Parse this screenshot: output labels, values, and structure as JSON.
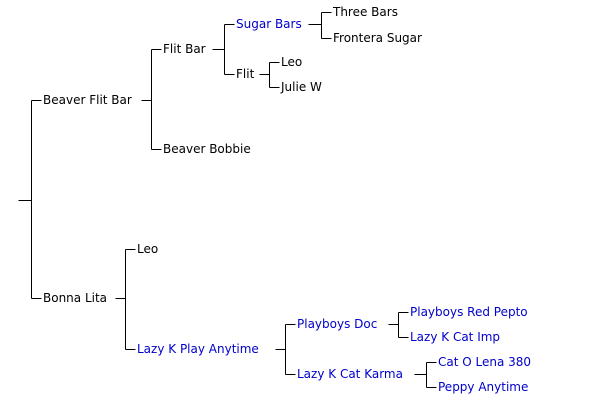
{
  "colors": {
    "text": "#000000",
    "link": "#0000cc",
    "line": "#000000",
    "background": "#ffffff"
  },
  "nodes": {
    "beaver_flit_bar": {
      "label": "Beaver Flit Bar",
      "linked": false
    },
    "flit_bar": {
      "label": "Flit Bar",
      "linked": false
    },
    "sugar_bars": {
      "label": "Sugar Bars",
      "linked": true
    },
    "three_bars": {
      "label": "Three Bars",
      "linked": false
    },
    "frontera_sugar": {
      "label": "Frontera Sugar",
      "linked": false
    },
    "flit": {
      "label": "Flit",
      "linked": false
    },
    "leo_sire_dam": {
      "label": "Leo",
      "linked": false
    },
    "julie_w": {
      "label": "Julie W",
      "linked": false
    },
    "beaver_bobbie": {
      "label": "Beaver Bobbie",
      "linked": false
    },
    "bonna_lita": {
      "label": "Bonna Lita",
      "linked": false
    },
    "leo_dam_sire": {
      "label": "Leo",
      "linked": false
    },
    "lazy_k_play_anytime": {
      "label": "Lazy K Play Anytime",
      "linked": true
    },
    "playboys_doc": {
      "label": "Playboys Doc",
      "linked": true
    },
    "playboys_red_pepto": {
      "label": "Playboys Red Pepto",
      "linked": true
    },
    "lazy_k_cat_imp": {
      "label": "Lazy K Cat Imp",
      "linked": true
    },
    "lazy_k_cat_karma": {
      "label": "Lazy K Cat Karma",
      "linked": true
    },
    "cat_o_lena_380": {
      "label": "Cat O Lena 380",
      "linked": true
    },
    "peppy_anytime": {
      "label": "Peppy Anytime",
      "linked": true
    }
  }
}
